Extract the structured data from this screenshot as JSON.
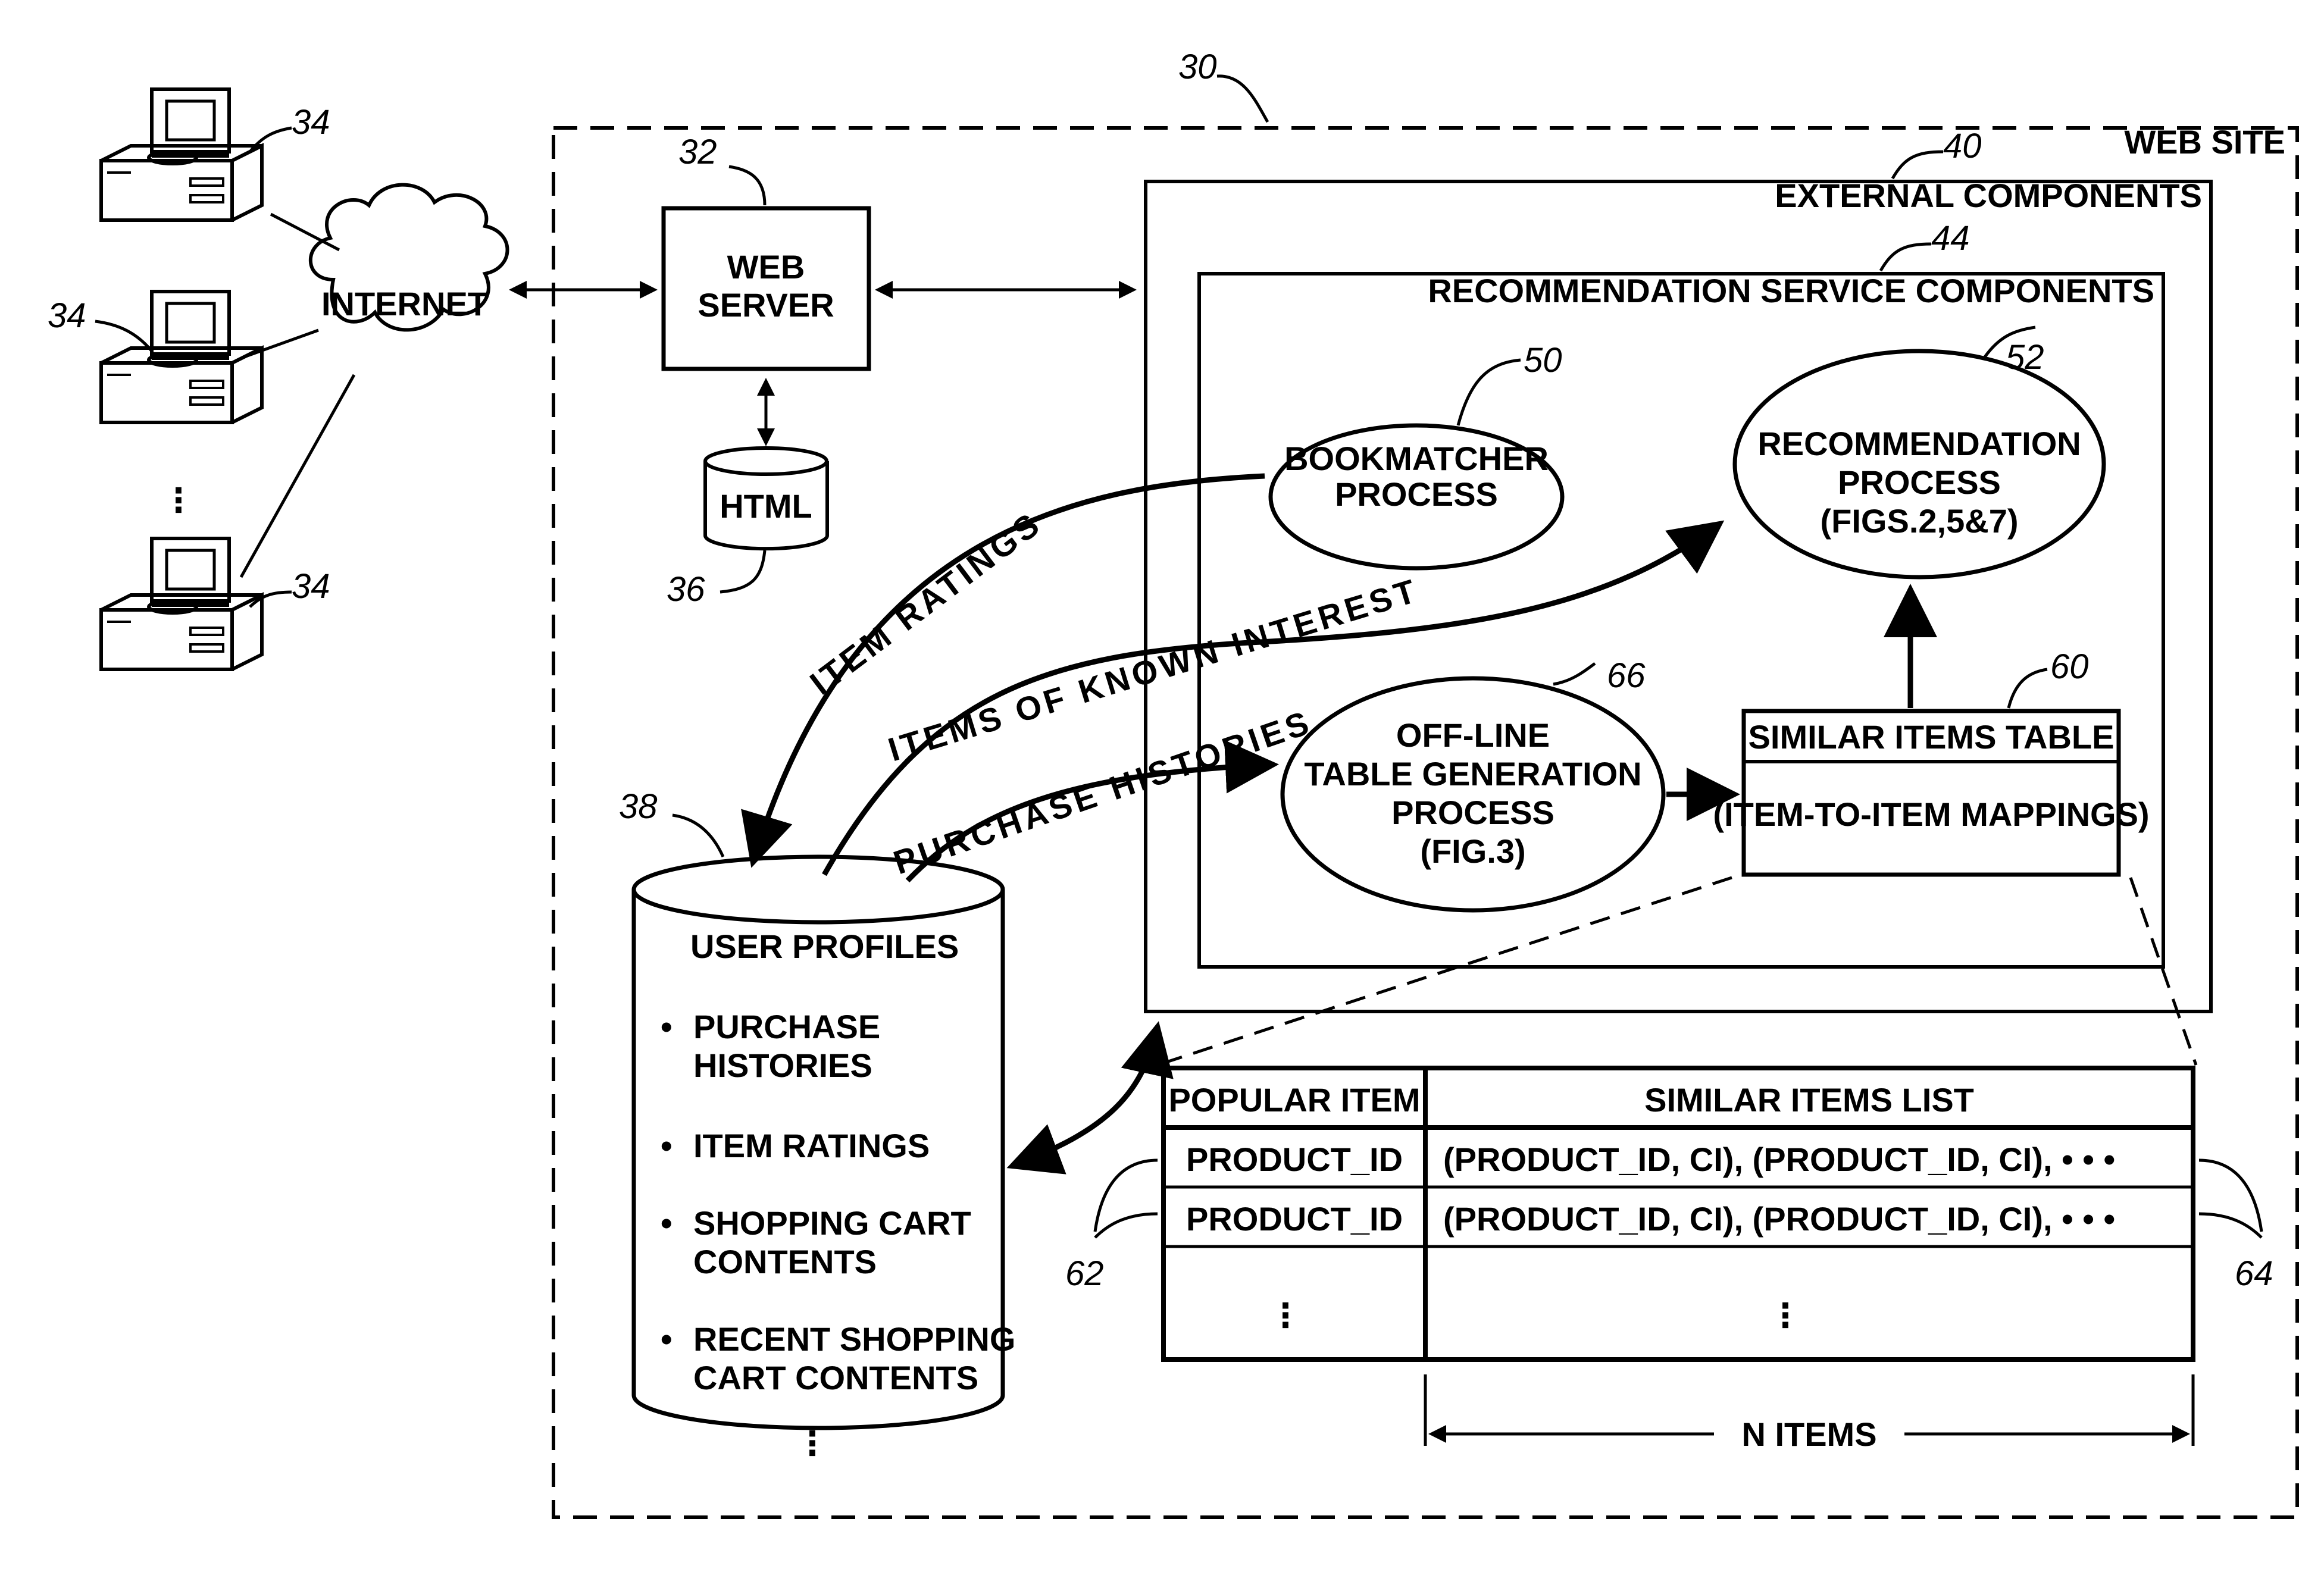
{
  "labels": {
    "web_site": "WEB SITE",
    "external_components": "EXTERNAL COMPONENTS",
    "recommendation_service_components": "RECOMMENDATION SERVICE COMPONENTS",
    "internet": "INTERNET",
    "web_server_line1": "WEB",
    "web_server_line2": "SERVER",
    "html": "HTML",
    "bookmatcher_line1": "BOOKMATCHER",
    "bookmatcher_line2": "PROCESS",
    "recommendation_line1": "RECOMMENDATION",
    "recommendation_line2": "PROCESS",
    "recommendation_line3": "(FIGS.2,5&7)",
    "offline_line1": "OFF-LINE",
    "offline_line2": "TABLE GENERATION",
    "offline_line3": "PROCESS",
    "offline_line4": "(FIG.3)",
    "similar_table_title": "SIMILAR ITEMS TABLE",
    "similar_table_body": "(ITEM-TO-ITEM MAPPINGS)",
    "arrow_item_ratings": "ITEM RATINGS",
    "arrow_items_known_interest": "ITEMS OF KNOWN INTEREST",
    "arrow_purchase_histories": "PURCHASE HISTORIES",
    "n_items": "N ITEMS",
    "vertical_ellipsis": "⋮"
  },
  "user_profiles": {
    "title": "USER PROFILES",
    "items": [
      {
        "line1": "PURCHASE",
        "line2": "HISTORIES"
      },
      {
        "line1": "ITEM RATINGS",
        "line2": ""
      },
      {
        "line1": "SHOPPING CART",
        "line2": "CONTENTS"
      },
      {
        "line1": "RECENT SHOPPING",
        "line2": "CART CONTENTS"
      }
    ],
    "bullet": "•"
  },
  "mapping_table": {
    "headers": [
      "POPULAR ITEM",
      "SIMILAR ITEMS LIST"
    ],
    "rows": [
      [
        "PRODUCT_ID",
        "(PRODUCT_ID, CI), (PRODUCT_ID, CI), • • •"
      ],
      [
        "PRODUCT_ID",
        "(PRODUCT_ID, CI), (PRODUCT_ID, CI), • • •"
      ]
    ]
  },
  "refs": {
    "r30": "30",
    "r32": "32",
    "r34": "34",
    "r36": "36",
    "r38": "38",
    "r40": "40",
    "r44": "44",
    "r50": "50",
    "r52": "52",
    "r60": "60",
    "r62": "62",
    "r64": "64",
    "r66": "66"
  }
}
